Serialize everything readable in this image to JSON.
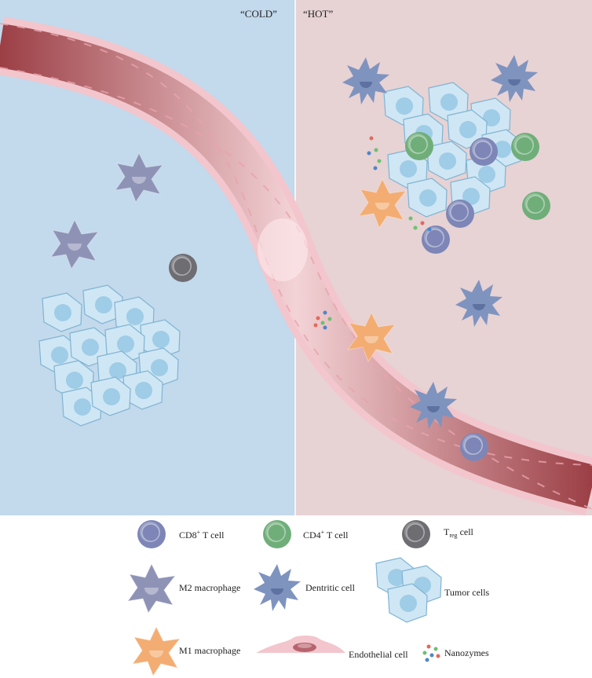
{
  "panels": {
    "left": {
      "title": "“COLD”"
    },
    "right": {
      "title": "“HOT”"
    }
  },
  "colors": {
    "cold_bg": "#c3d9ec",
    "hot_bg": "#e7d2d4",
    "vessel_dark": "#9b3f45",
    "vessel_light": "#f3d3d6",
    "endothelium": "#f2c6cc",
    "tumor_fill": "#cfe6f4",
    "tumor_nucleus": "#9fcce6",
    "cd8": "#7d86b6",
    "cd4": "#6fae79",
    "treg": "#6d6d72",
    "m2": "#8e93b6",
    "m1": "#f3ad72",
    "dendritic": "#7f93bf"
  },
  "legend": {
    "cd8": {
      "prefix": "CD8",
      "sup": "+",
      "suffix": " T cell",
      "icon": "cd8-t-cell-icon"
    },
    "cd4": {
      "prefix": "CD4",
      "sup": "+",
      "suffix": " T cell",
      "icon": "cd4-t-cell-icon"
    },
    "treg": {
      "prefix": "T",
      "sub": "reg",
      "suffix": " cell",
      "icon": "treg-cell-icon"
    },
    "m2": {
      "label": "M2 macrophage",
      "icon": "m2-macrophage-icon"
    },
    "dendritic": {
      "label": "Dentritic cell",
      "icon": "dendritic-cell-icon"
    },
    "tumor": {
      "label": "Tumor cells",
      "icon": "tumor-cells-icon"
    },
    "m1": {
      "label": "M1 macrophage",
      "icon": "m1-macrophage-icon"
    },
    "endothelial": {
      "label": "Endothelial cell",
      "icon": "endothelial-cell-icon"
    },
    "nanozymes": {
      "label": "Nanozymes",
      "icon": "nanozymes-icon"
    }
  }
}
